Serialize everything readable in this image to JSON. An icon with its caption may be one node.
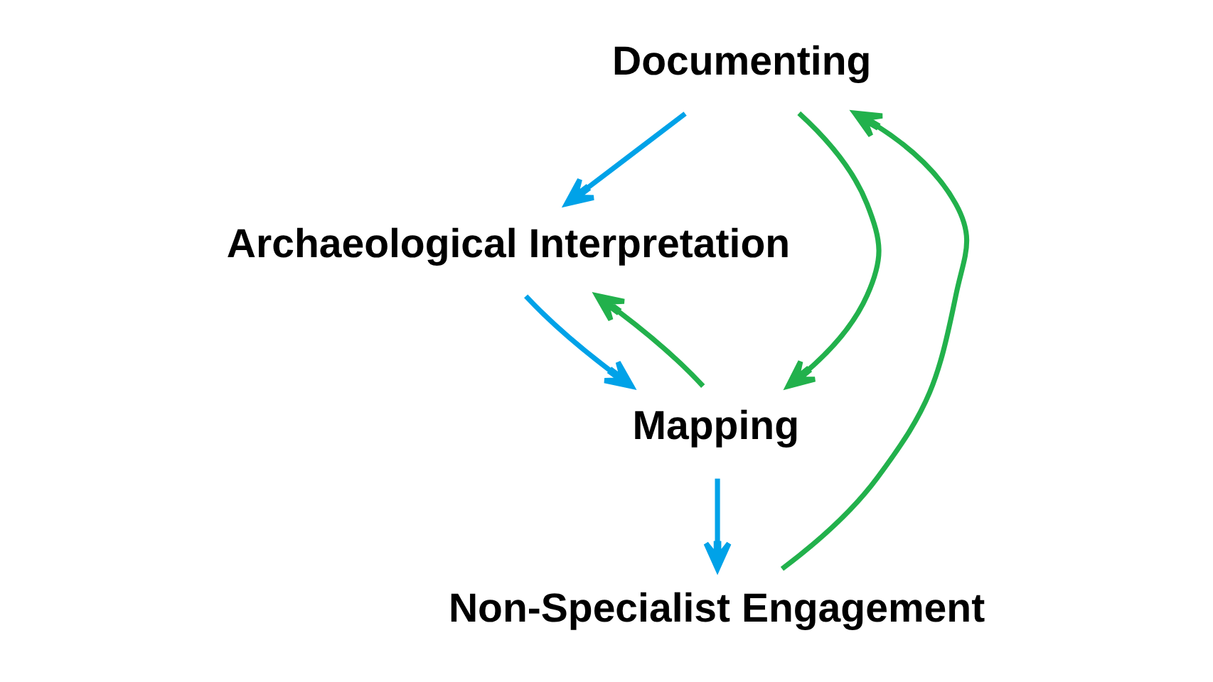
{
  "diagram": {
    "nodes": [
      {
        "text": [
          "Documenting"
        ]
      },
      {
        "text": [
          "Archaeological Interpretation"
        ]
      },
      {
        "text": [
          "Mapping"
        ]
      },
      {
        "text": [
          "Non-Specialist Engagement"
        ]
      }
    ],
    "edges": [
      {
        "from": 0,
        "to": 1,
        "arrow": "to",
        "color": "#00a2e8"
      },
      {
        "from": 1,
        "to": 2,
        "arrow": "to",
        "color": "#00a2e8"
      },
      {
        "from": 2,
        "to": 3,
        "arrow": "to",
        "color": "#00a2e8"
      },
      {
        "from": 0,
        "to": 2,
        "arrow": "to",
        "color": "#22b14c"
      },
      {
        "from": 2,
        "to": 1,
        "arrow": "to",
        "color": "#22b14c"
      },
      {
        "from": 3,
        "to": 0,
        "arrow": "to",
        "color": "#22b14c"
      }
    ]
  }
}
